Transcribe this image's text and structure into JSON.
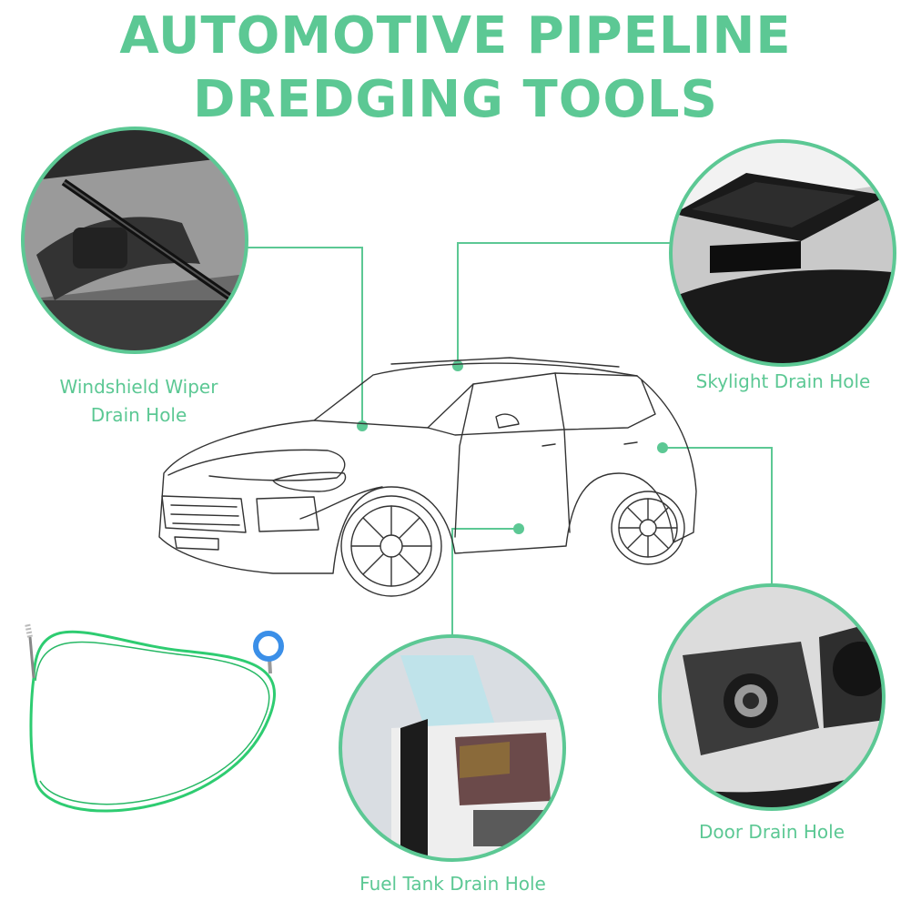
{
  "title_line1": "AUTOMOTIVE PIPELINE",
  "title_line2": "DREDGING TOOLS",
  "labels": {
    "windshield_line1": "Windshield Wiper",
    "windshield_line2": "Drain Hole",
    "skylight": "Skylight Drain Hole",
    "door": "Door Drain Hole",
    "fuel": "Fuel Tank Drain Hole"
  },
  "colors": {
    "accent": "#5cc894",
    "outline": "#222222",
    "tool_wire": "#2ecc71",
    "tool_ring": "#3b8fe8"
  }
}
